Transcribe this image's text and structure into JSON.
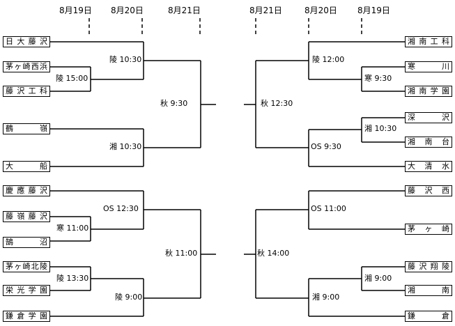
{
  "dates": {
    "left": [
      "8月19日",
      "8月20日",
      "8月21日"
    ],
    "right": [
      "8月21日",
      "8月20日",
      "8月19日"
    ]
  },
  "teams": {
    "left": [
      "日大藤沢",
      "茅ヶ崎西浜",
      "藤沢工科",
      "鶴嶺",
      "大船",
      "慶應藤沢",
      "藤嶺藤沢",
      "鵠沼",
      "茅ヶ崎北陵",
      "栄光学園",
      "鎌倉学園"
    ],
    "right": [
      "湘南工科",
      "寒川",
      "湘南学園",
      "深沢",
      "湘南台",
      "大清水",
      "藤沢西",
      "茅ヶ崎",
      "藤沢翔陵",
      "湘南",
      "鎌倉"
    ]
  },
  "games": {
    "L_r1_a": "陵 15:00",
    "L_r2_a": "陵 10:30",
    "L_r2_b": "湘 10:30",
    "L_sf_a": "秋 9:30",
    "L_r1_b": "寒 11:00",
    "L_r2_c": "OS 12:30",
    "L_r1_c": "陵 13:30",
    "L_r2_d": "陵 9:00",
    "L_sf_b": "秋 11:00",
    "R_r1_a": "寒 9:30",
    "R_r2_a": "陵 12:00",
    "R_r1_b": "湘 10:30",
    "R_r2_b": "OS 9:30",
    "R_sf_a": "秋 12:30",
    "R_r2_c": "OS 11:00",
    "R_r1_c": "湘 9:00",
    "R_r2_d": "湘 9:00",
    "R_sf_b": "秋 14:00"
  }
}
